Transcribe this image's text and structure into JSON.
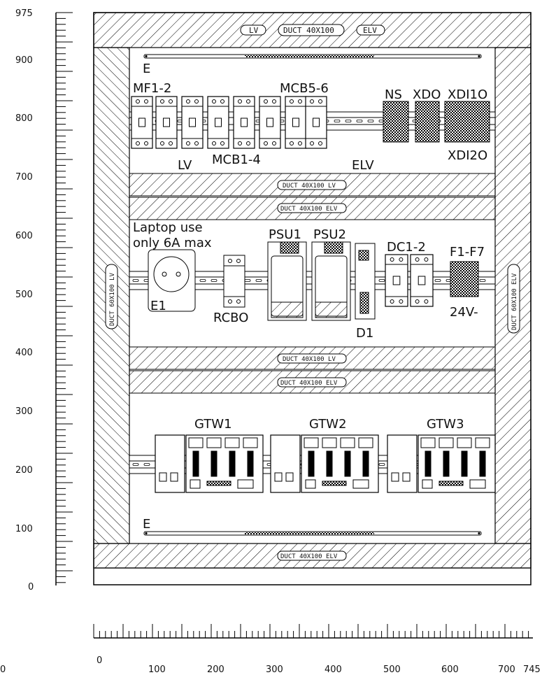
{
  "axis_left": {
    "ticks": [
      "975",
      "900",
      "800",
      "700",
      "600",
      "500",
      "400",
      "300",
      "200",
      "100",
      "0"
    ]
  },
  "axis_bottom": {
    "ticks": [
      "0",
      "0",
      "100",
      "200",
      "300",
      "400",
      "500",
      "600",
      "700",
      "745"
    ]
  },
  "top_duct": {
    "lv": "LV",
    "main": "DUCT 40X100",
    "elv": "ELV"
  },
  "side_duct": {
    "left": "DUCT 60X100 LV",
    "right": "DUCT 60X100 ELV"
  },
  "ducts": {
    "lv": "DUCT 40X100 LV",
    "elv": "DUCT 40X100 ELV"
  },
  "earth_label": "E",
  "row1": {
    "mf": "MF1-2",
    "mcb56": "MCB5-6",
    "lv": "LV",
    "mcb14": "MCB1-4",
    "elv": "ELV",
    "ns": "NS",
    "xdo": "XDO",
    "xdi1": "XDI1O",
    "xdi2": "XDI2O"
  },
  "row2": {
    "laptop1": "Laptop use",
    "laptop2": "only 6A max",
    "e1": "E1",
    "rcbo": "RCBO",
    "psu1": "PSU1",
    "psu2": "PSU2",
    "d1": "D1",
    "dc": "DC1-2",
    "f": "F1-F7",
    "v24": "24V-"
  },
  "row3": {
    "gtw1": "GTW1",
    "gtw2": "GTW2",
    "gtw3": "GTW3"
  }
}
